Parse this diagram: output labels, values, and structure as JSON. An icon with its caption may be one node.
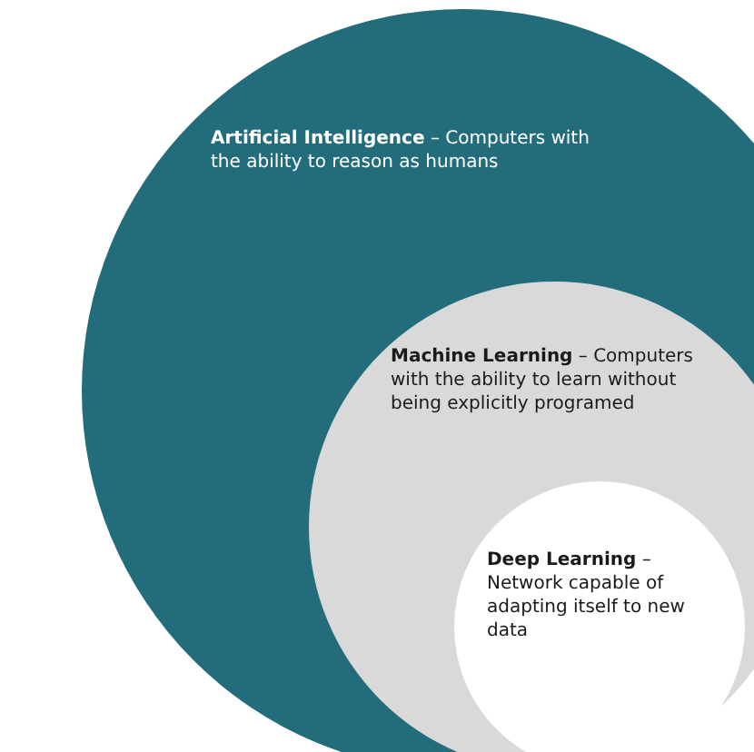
{
  "diagram": {
    "nodes": [
      {
        "text": [
          "**Artificial Intelligence** – Computers with the ability to reason as humans"
        ]
      },
      {
        "text": [
          "**Machine Learning** – Computers with the ability to learn without being explicitly programed"
        ],
        "in": 0
      },
      {
        "text": [
          "**Deep Learning** – Network capable of adapting itself to new data"
        ],
        "in": 1
      }
    ]
  }
}
